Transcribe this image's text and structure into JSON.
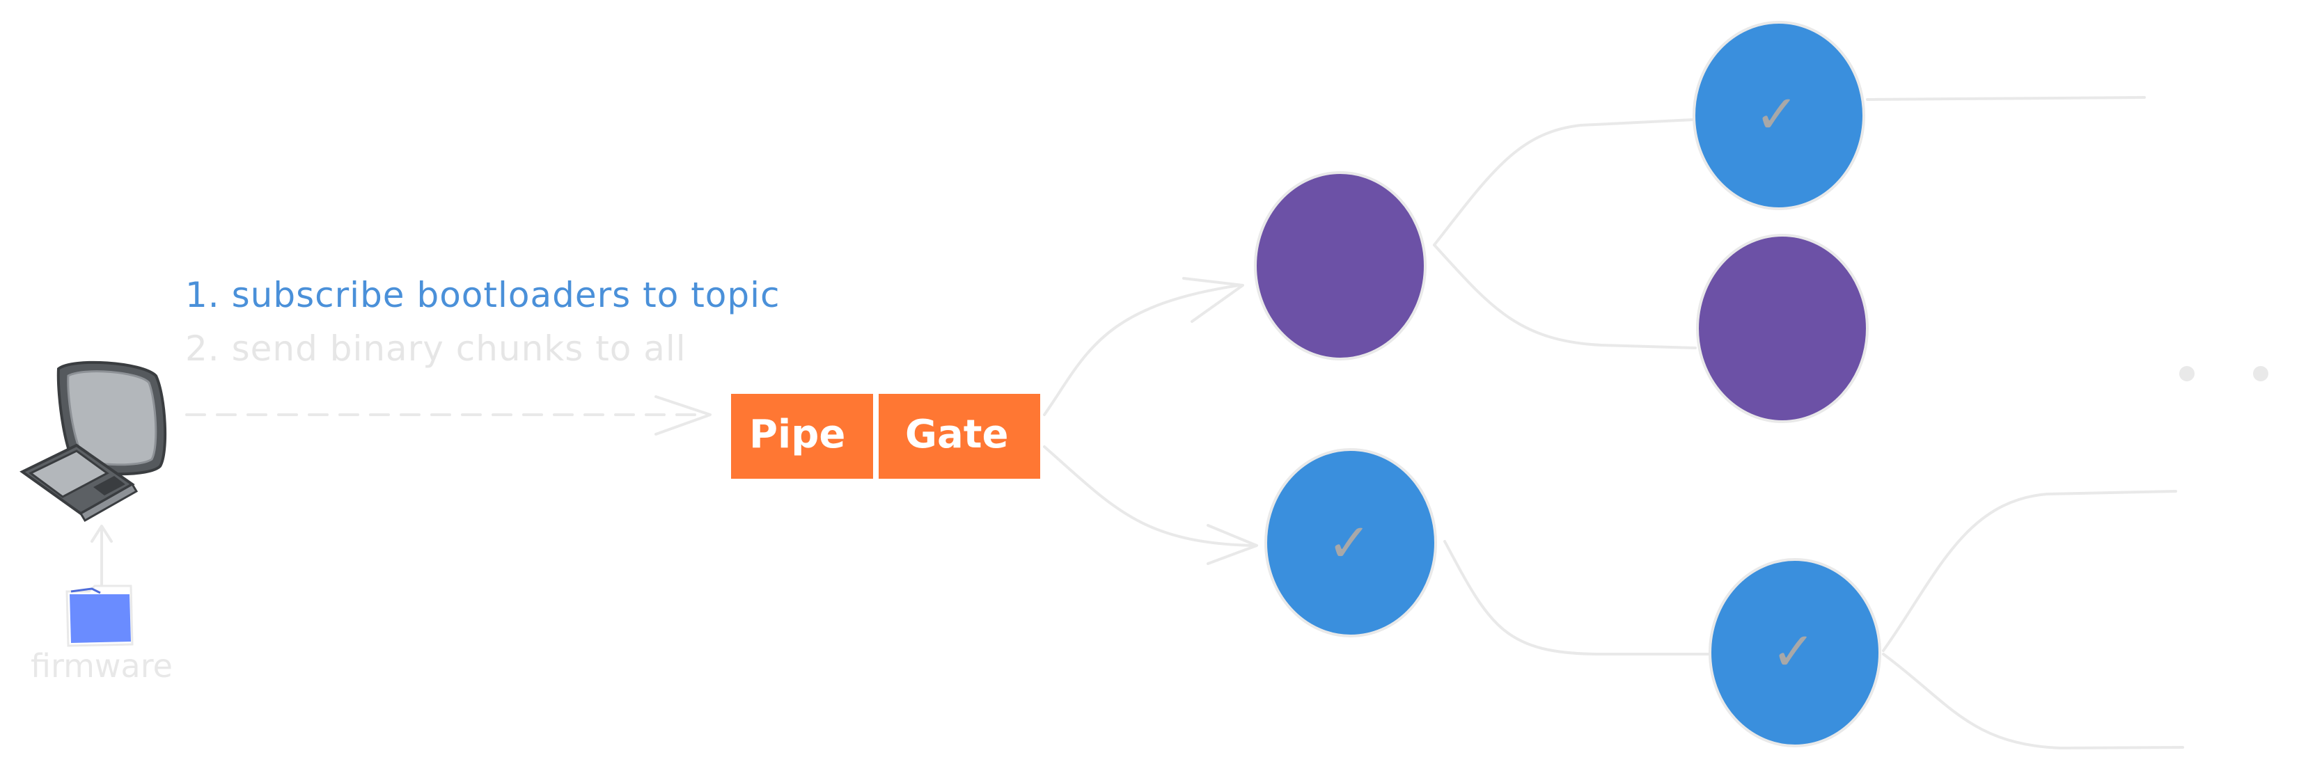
{
  "colors": {
    "background": "#ffffff",
    "stroke": "#e9e9e9",
    "step1": "#4a90d9",
    "step2": "#e6e6e6",
    "label_gray": "#e8e8e8",
    "box_fill": "#ff7733",
    "blue_node": "#3a8fdd",
    "purple_node": "#6c51a6",
    "check": "#a8a8a8",
    "folder": "#6a8cff",
    "computer": "#b3b7bb"
  },
  "steps": {
    "step1": "1. subscribe bootloaders to topic",
    "step2": "2. send binary chunks to all"
  },
  "firmware": {
    "label": "firmware",
    "icon": "folder-icon"
  },
  "computer": {
    "icon": "desktop-computer-icon"
  },
  "gateway": {
    "pipe_label": "Pipe",
    "gate_label": "Gate"
  },
  "nodes": [
    {
      "id": "n1",
      "state": "pending",
      "color_key": "purple_node"
    },
    {
      "id": "n2",
      "state": "done",
      "color_key": "blue_node",
      "mark": "✓"
    },
    {
      "id": "n3",
      "state": "done",
      "color_key": "blue_node",
      "mark": "✓"
    },
    {
      "id": "n4",
      "state": "pending",
      "color_key": "purple_node"
    },
    {
      "id": "n5",
      "state": "done",
      "color_key": "blue_node",
      "mark": "✓"
    }
  ],
  "ellipsis": {
    "icon": "ellipsis-icon"
  }
}
